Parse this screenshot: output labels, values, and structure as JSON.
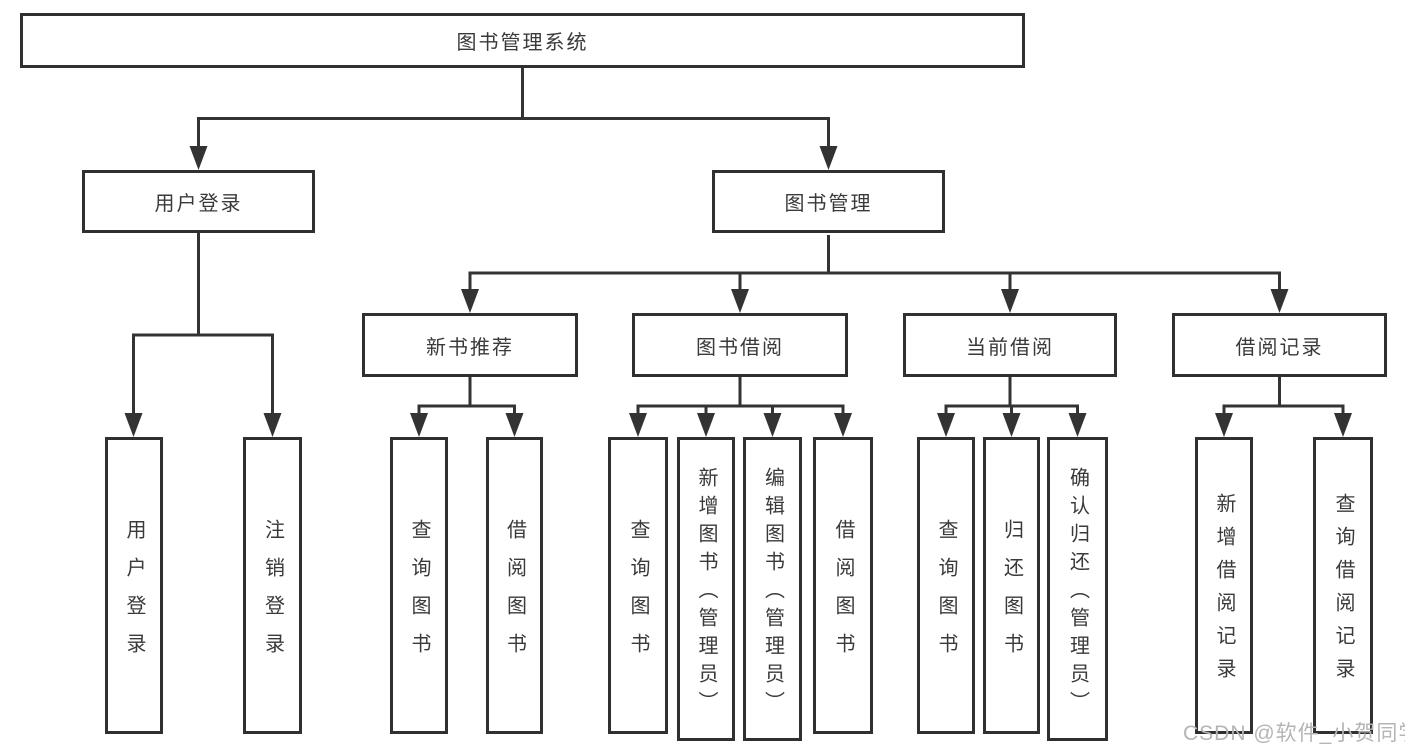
{
  "diagram": {
    "root": {
      "label": "图书管理系统"
    },
    "branches": [
      {
        "label": "用户登录",
        "children": [
          {
            "label": "用户登录"
          },
          {
            "label": "注销登录"
          }
        ]
      },
      {
        "label": "图书管理",
        "children": [
          {
            "label": "新书推荐",
            "children": [
              {
                "label": "查询图书"
              },
              {
                "label": "借阅图书"
              }
            ]
          },
          {
            "label": "图书借阅",
            "children": [
              {
                "label": "查询图书"
              },
              {
                "label": "新增图书（管理员）"
              },
              {
                "label": "编辑图书（管理员）"
              },
              {
                "label": "借阅图书"
              }
            ]
          },
          {
            "label": "当前借阅",
            "children": [
              {
                "label": "查询图书"
              },
              {
                "label": "归还图书"
              },
              {
                "label": "确认归还（管理员）"
              }
            ]
          },
          {
            "label": "借阅记录",
            "children": [
              {
                "label": "新增借阅记录"
              },
              {
                "label": "查询借阅记录"
              }
            ]
          }
        ]
      }
    ]
  },
  "watermark": {
    "text": "CSDN @软件_小贺同学"
  },
  "colors": {
    "background": "#ffffff",
    "box_border": "#303030",
    "connector_line": "#333333",
    "text": "#3a3a3a",
    "watermark": "#b5b5b5"
  }
}
